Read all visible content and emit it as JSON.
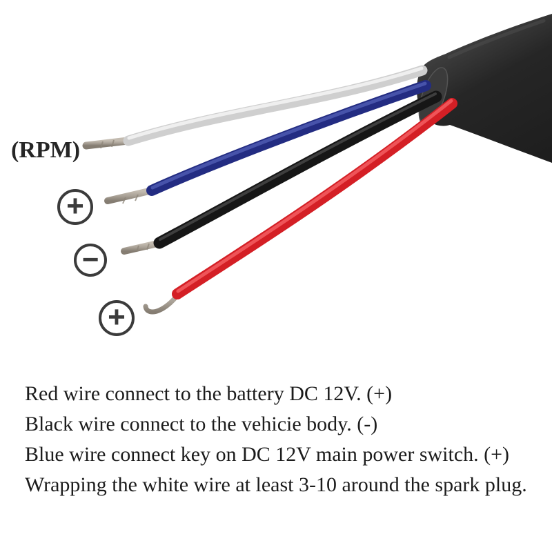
{
  "diagram": {
    "rpm_label": "(RPM)",
    "badges": [
      {
        "wire": "blue",
        "symbol": "+"
      },
      {
        "wire": "black",
        "symbol": "−"
      },
      {
        "wire": "red",
        "symbol": "+"
      }
    ],
    "colors": {
      "white_wire": "#cfcfcf",
      "blue_wire": "#232c82",
      "black_wire": "#161616",
      "red_wire": "#d41f25",
      "sheath": "#262626",
      "opening_face": "#3b3b3b",
      "metal_tip": "#aca498",
      "badge_outline": "#3b3b3b"
    }
  },
  "instructions": {
    "lines": [
      "Red wire connect to the battery DC 12V. (+)",
      "Black wire connect to the vehicie body. (-)",
      "Blue wire connect key on DC 12V main power switch. (+)",
      "Wrapping the white wire at least 3-10 around the spark plug."
    ]
  }
}
